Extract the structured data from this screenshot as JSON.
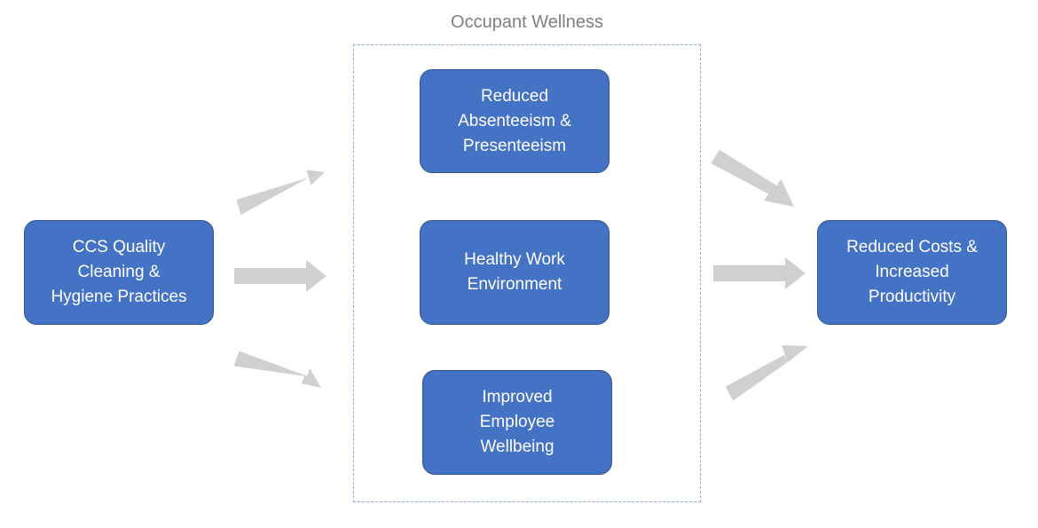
{
  "diagram": {
    "group_title": "Occupant Wellness",
    "source": {
      "label": "CCS Quality\nCleaning &\nHygiene Practices"
    },
    "outcomes": [
      {
        "label": "Reduced\nAbsenteeism &\nPresenteeism"
      },
      {
        "label": "Healthy Work\nEnvironment"
      },
      {
        "label": "Improved\nEmployee\nWellbeing"
      }
    ],
    "result": {
      "label": "Reduced Costs &\nIncreased\nProductivity"
    }
  },
  "colors": {
    "box_fill": "#4472c4",
    "box_border": "#2f528f",
    "arrow": "#d0d0d0",
    "group_border": "#8faadc",
    "group_title": "#7f7f7f"
  }
}
